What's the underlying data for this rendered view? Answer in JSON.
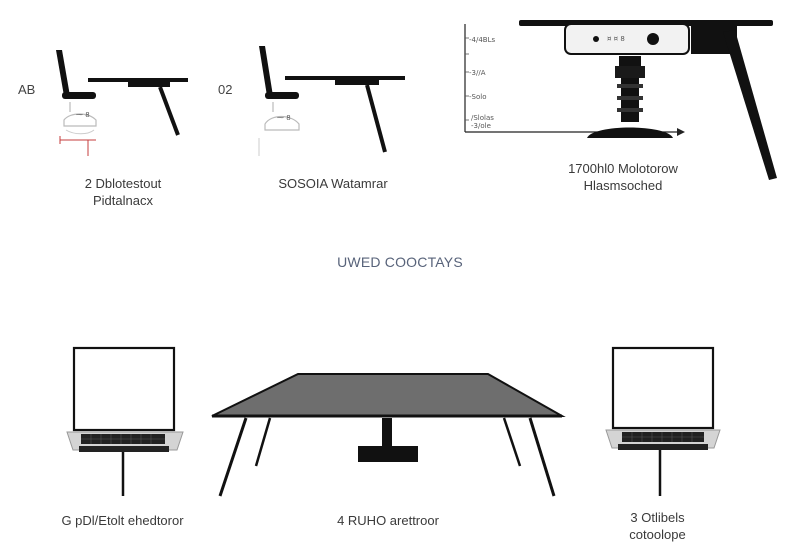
{
  "panels": {
    "left_tag": "AB",
    "middle_tag": "02",
    "left_caption": [
      "2 Dblotestout",
      "Pidtalnacx"
    ],
    "middle_caption": "SOSOIA Watamrar",
    "right_caption": [
      "1700hl0 Molotorow",
      "Hlasmsoched"
    ],
    "right_ticks": [
      "-4/4BLs",
      "-3//A",
      "-Solo",
      "/Slolas",
      "-3/ole"
    ]
  },
  "center_title": "UWED COOCTAYS",
  "bottom": {
    "left_caption": "G pDl/Etolt ehedtoror",
    "middle_caption": "4 RUHO arettroor",
    "right_caption": [
      "3 Otlibels",
      "cotoolope"
    ]
  },
  "colors": {
    "accent_red": "#c43c3c",
    "table_top": "#6e6e6e",
    "title_blue": "#58637a"
  }
}
